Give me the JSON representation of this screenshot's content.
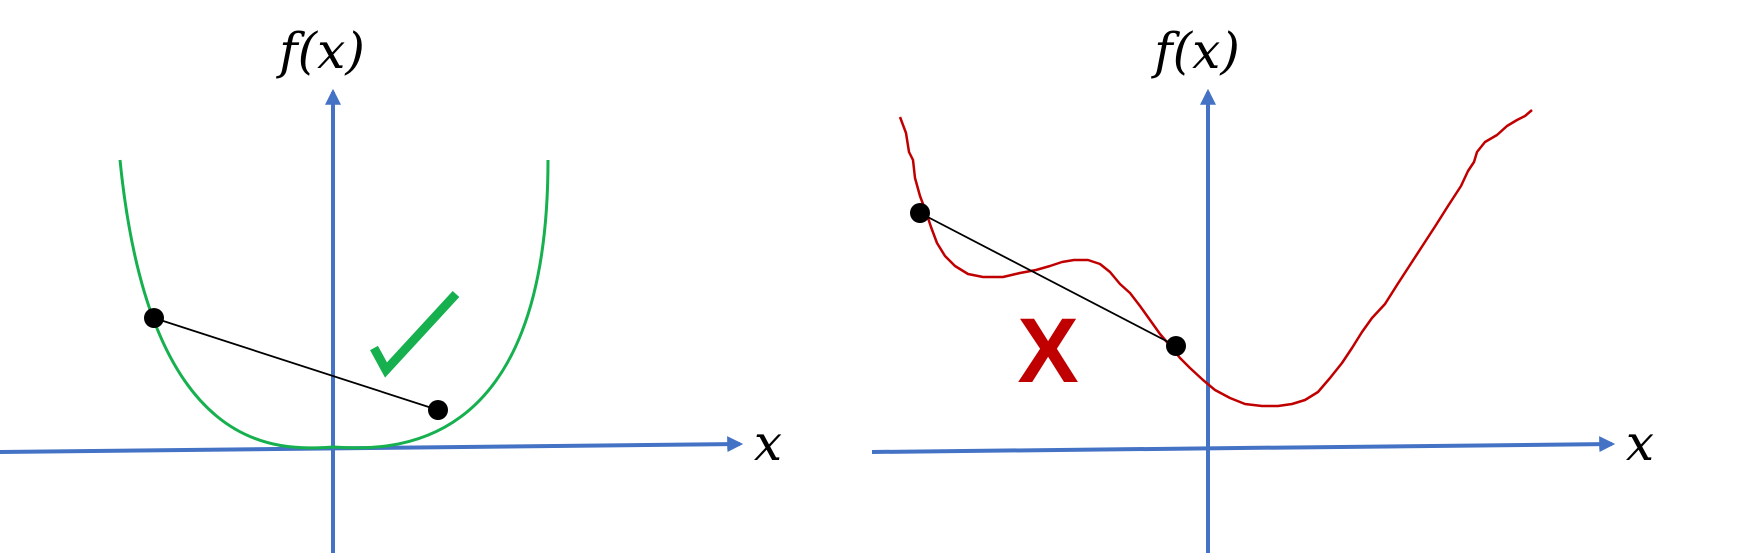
{
  "left_diagram": {
    "y_axis_label": "f(x)",
    "x_axis_label": "x",
    "curve_color": "#16b04f",
    "verdict_icon": "check-mark-icon",
    "verdict_color": "#16b04f"
  },
  "right_diagram": {
    "y_axis_label": "f(x)",
    "x_axis_label": "x",
    "curve_color": "#c00000",
    "verdict_mark": "X",
    "verdict_color": "#c00000"
  },
  "colors": {
    "axis": "#4472c4",
    "chord": "#000000",
    "point": "#000000"
  }
}
